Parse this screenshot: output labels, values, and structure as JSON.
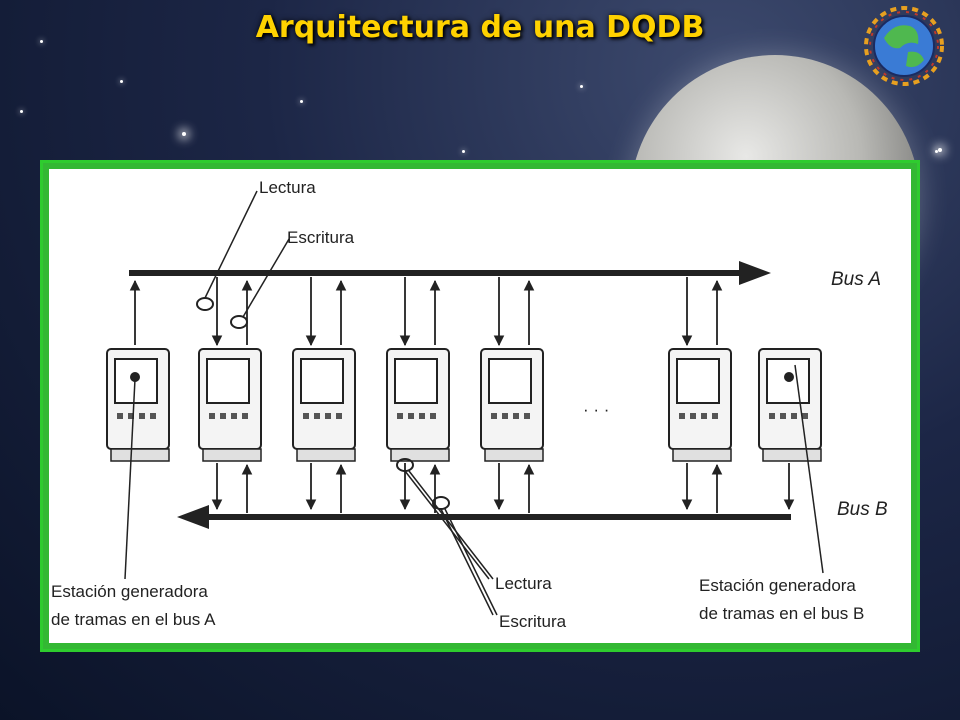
{
  "slide": {
    "title": "Arquitectura de una DQDB"
  },
  "diagram": {
    "bus_a_label": "Bus A",
    "bus_b_label": "Bus B",
    "top_read_label": "Lectura",
    "top_write_label": "Escritura",
    "bottom_read_label": "Lectura",
    "bottom_write_label": "Escritura",
    "ellipsis": "· · ·",
    "station_a_line1": "Estación generadora",
    "station_a_line2": "de tramas en el bus A",
    "station_b_line1": "Estación generadora",
    "station_b_line2": "de tramas en el bus B",
    "station_count": 7
  },
  "colors": {
    "title": "#ffd200",
    "frame": "#2ecc2e",
    "ink": "#222222"
  }
}
